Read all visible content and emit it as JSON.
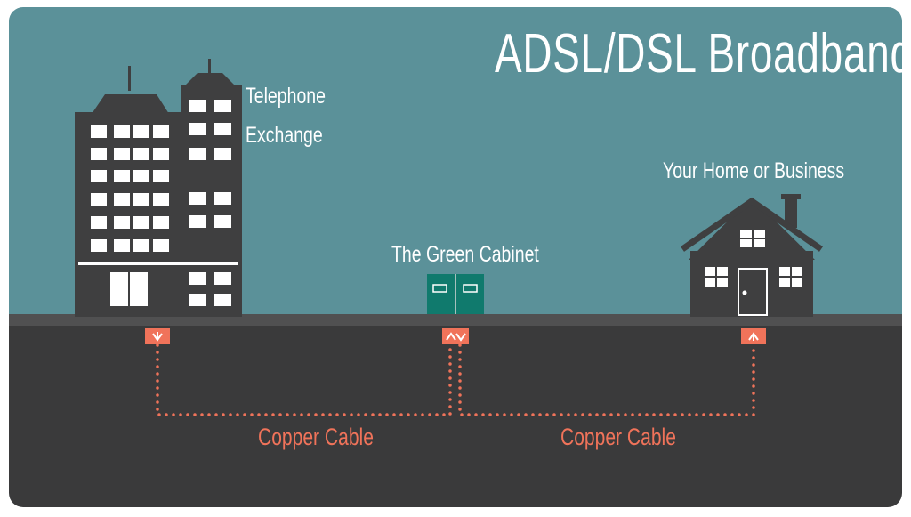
{
  "title": "ADSL/DSL Broadband",
  "exchange": {
    "line1": "Telephone",
    "line2": "Exchange"
  },
  "home": {
    "label": "Your Home or Business"
  },
  "cabinet": {
    "label": "The Green Cabinet"
  },
  "cables": [
    {
      "label": "Copper Cable"
    },
    {
      "label": "Copper Cable"
    }
  ],
  "colors": {
    "sky": "#5b9199",
    "ground": "#3a3a3b",
    "building": "#3f3f40",
    "window": "#ffffff",
    "cabinet": "#107a6d",
    "cable": "#f0735a"
  },
  "connectors": [
    {
      "id": "exchange-port",
      "arrows": "down"
    },
    {
      "id": "cabinet-port",
      "arrows": "up-down"
    },
    {
      "id": "home-port",
      "arrows": "up"
    }
  ]
}
